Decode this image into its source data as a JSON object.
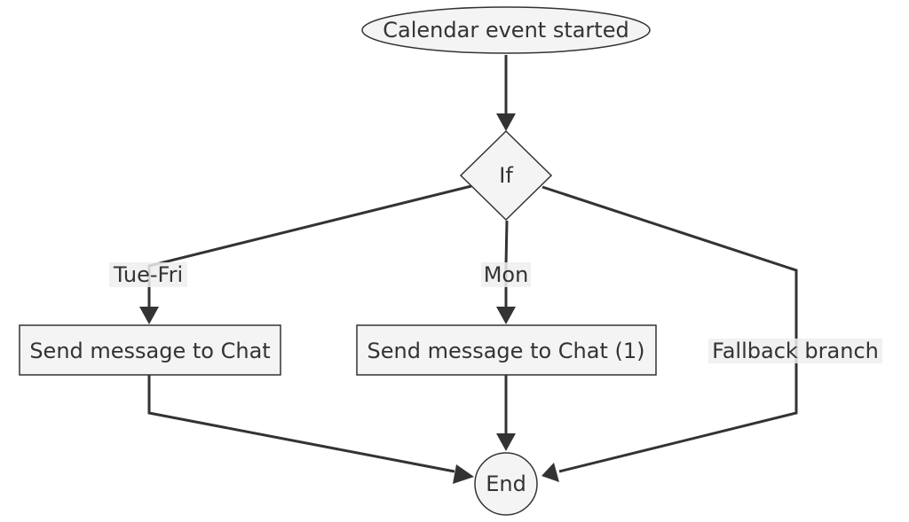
{
  "nodes": {
    "start": {
      "label": "Calendar event started"
    },
    "decision": {
      "label": "If"
    },
    "send1": {
      "label": "Send message to Chat"
    },
    "send2": {
      "label": "Send message to Chat (1)"
    },
    "end": {
      "label": "End"
    }
  },
  "edges": {
    "tue_fri": {
      "label": "Tue-Fri"
    },
    "mon": {
      "label": "Mon"
    },
    "fallback": {
      "label": "Fallback branch"
    }
  },
  "colors": {
    "node_fill": "#f4f4f4",
    "stroke": "#333333",
    "label_bg": "#eeeeee"
  }
}
